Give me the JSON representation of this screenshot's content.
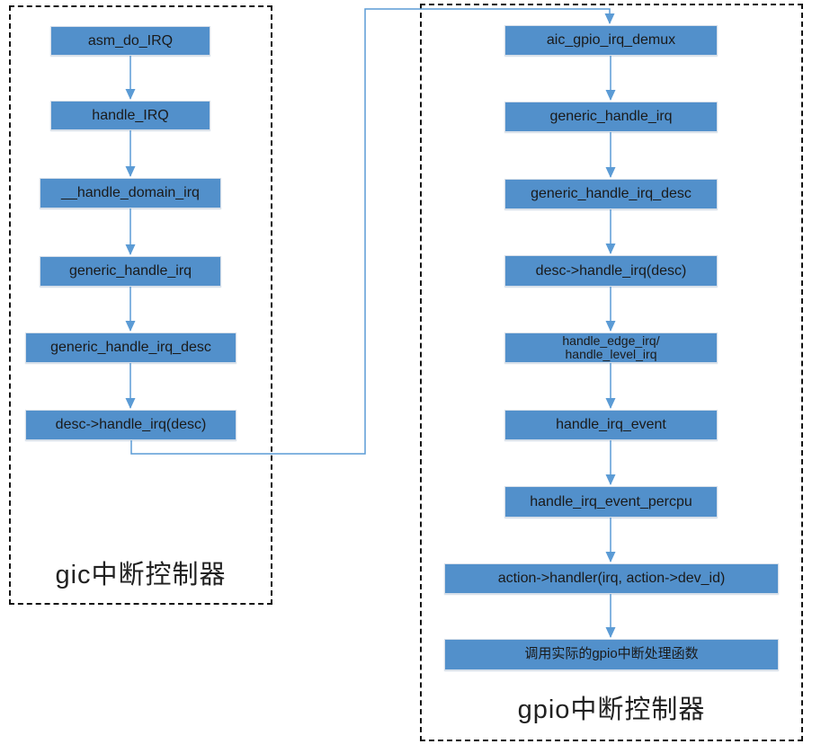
{
  "colors": {
    "node_fill": "#5290cb",
    "node_text": "#1a1a1a",
    "arrow": "#5b9bd5",
    "frame_border": "#141414"
  },
  "gic_group": {
    "label": "gic中断控制器",
    "nodes": [
      {
        "label": "asm_do_IRQ"
      },
      {
        "label": "handle_IRQ"
      },
      {
        "label": "__handle_domain_irq"
      },
      {
        "label": "generic_handle_irq"
      },
      {
        "label": "generic_handle_irq_desc"
      },
      {
        "label": "desc->handle_irq(desc)"
      }
    ]
  },
  "gpio_group": {
    "label": "gpio中断控制器",
    "nodes": [
      {
        "label": "aic_gpio_irq_demux"
      },
      {
        "label": "generic_handle_irq"
      },
      {
        "label": "generic_handle_irq_desc"
      },
      {
        "label": "desc->handle_irq(desc)"
      },
      {
        "label": "handle_edge_irq/\nhandle_level_irq"
      },
      {
        "label": "handle_irq_event"
      },
      {
        "label": "handle_irq_event_percpu"
      },
      {
        "label": "action->handler(irq, action->dev_id)"
      },
      {
        "label": "调用实际的gpio中断处理函数"
      }
    ]
  }
}
